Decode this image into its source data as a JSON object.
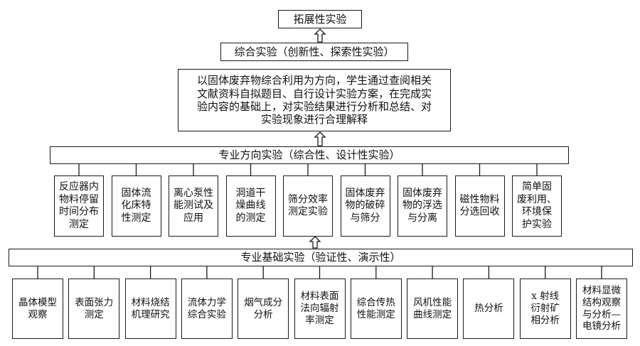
{
  "top": {
    "label": "拓展性实验"
  },
  "comprehensive": {
    "title": "综合实验（创新性、探索性实验）",
    "description": "以固体废弃物综合利用为方向，学生通过查阅相关\n文献资料自拟题目、自行设计实验方案，在完成实\n验内容的基础上，对实验结果进行分析和总结、对\n实验现象进行合理解释"
  },
  "professional_direction": {
    "title": "专业方向实验（综合性、设计性实验）",
    "items": [
      "反应器内\n物料停留\n时间分布\n测定",
      "固体流\n化床特\n性测定",
      "离心泵性\n能测试及\n应用",
      "洞道干\n燥曲线\n的测定",
      "筛分效率\n测定实验",
      "固体废弃\n物的破碎\n与筛分",
      "固体废弃\n物的浮选\n与分离",
      "磁性物料\n分选回收",
      "简单固\n废利用、\n环境保\n护实验"
    ]
  },
  "professional_basic": {
    "title": "专业基础实验（验证性、演示性）",
    "items": [
      "晶体模型\n观察",
      "表面张力\n测定",
      "材料烧结\n机理研究",
      "流体力学\n综合实验",
      "烟气成分\n分析",
      "材料表面\n法向辐射\n率测定",
      "综合传热\n性能测定",
      "风机性能\n曲线测定",
      "热分析",
      "x 射线\n衍射矿\n相分析",
      "材料显微\n结构观察\n与分析—\n电镜分析"
    ]
  }
}
